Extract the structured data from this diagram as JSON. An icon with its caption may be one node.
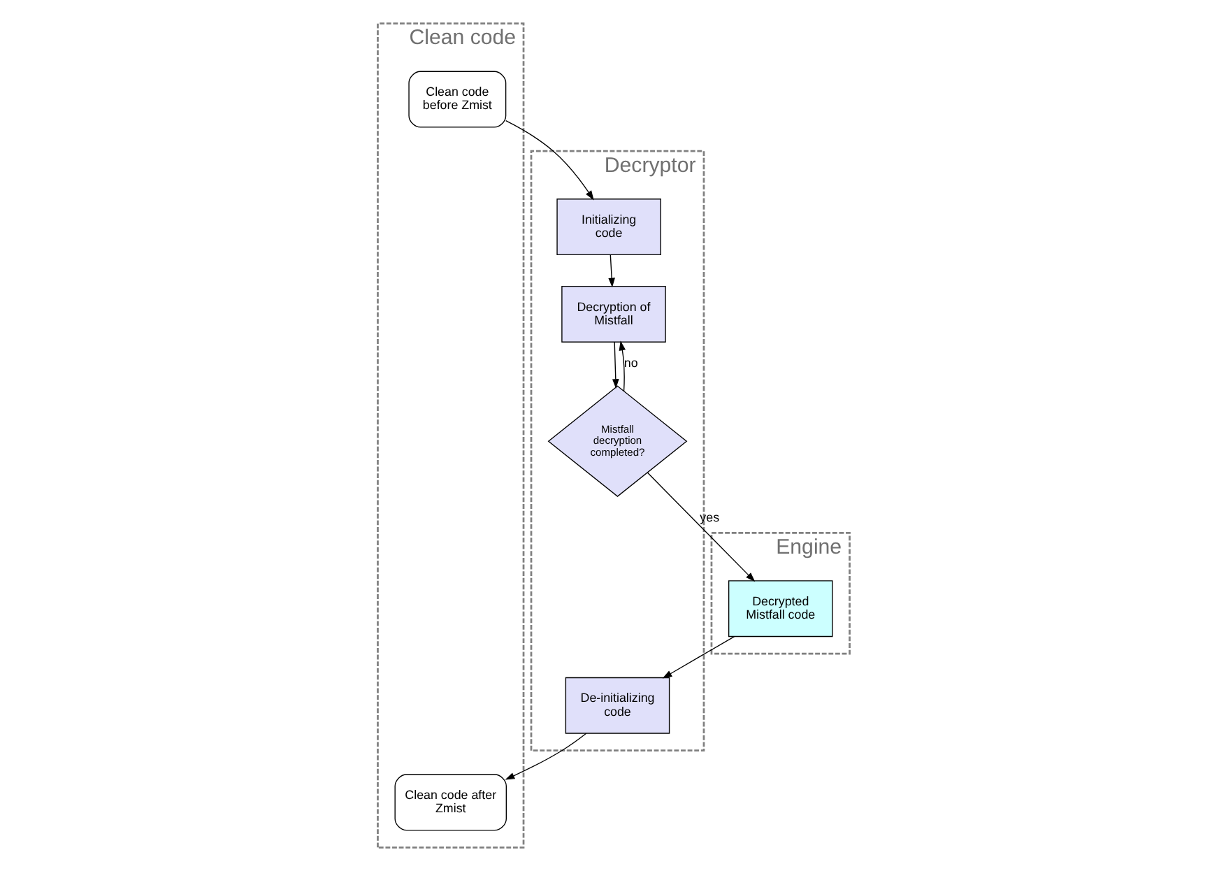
{
  "diagram": {
    "nodes": [
      {
        "text": [
          "Clean code"
        ]
      },
      {
        "text": [
          "Clean code before Zmist"
        ],
        "in": 0
      },
      {
        "text": [
          "Clean code after Zmist"
        ],
        "in": 0
      },
      {
        "text": [
          "Decryptor"
        ]
      },
      {
        "text": [
          "Initializing code"
        ],
        "in": 3
      },
      {
        "text": [
          "Decryption of Mistfall"
        ],
        "in": 3
      },
      {
        "text": [
          "Mistfall decryption completed?"
        ],
        "in": 3
      },
      {
        "text": [
          "De-initializing code"
        ],
        "in": 3
      },
      {
        "text": [
          "Engine"
        ]
      },
      {
        "text": [
          "Decrypted Mistfall code"
        ],
        "in": 8
      }
    ],
    "edges": [
      {
        "from": 1,
        "to": 4,
        "arrow": "to"
      },
      {
        "from": 4,
        "to": 5,
        "arrow": "to"
      },
      {
        "from": 5,
        "to": 6,
        "arrow": "to"
      },
      {
        "from": 6,
        "to": 5,
        "arrow": "to",
        "label": "no"
      },
      {
        "from": 6,
        "to": 9,
        "arrow": "to",
        "label": "yes"
      },
      {
        "from": 9,
        "to": 7,
        "arrow": "to"
      },
      {
        "from": 7,
        "to": 2,
        "arrow": "to"
      }
    ]
  }
}
